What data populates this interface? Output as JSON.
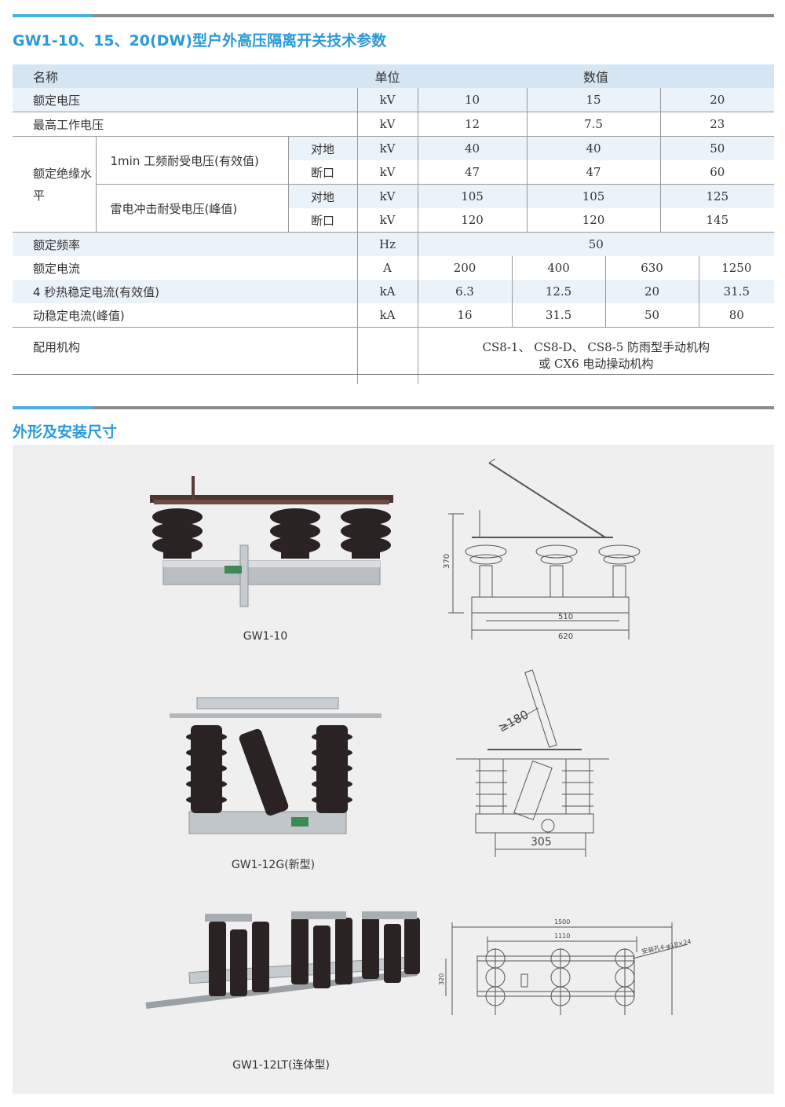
{
  "section1": {
    "title": "GW1-10、15、20(DW)型户外高压隔离开关技术参数"
  },
  "table": {
    "headers": {
      "name": "名称",
      "unit": "单位",
      "value": "数值"
    },
    "rated_voltage": {
      "label": "额定电压",
      "unit": "kV",
      "values": [
        "10",
        "15",
        "20"
      ]
    },
    "max_voltage": {
      "label": "最高工作电压",
      "unit": "kV",
      "values": [
        "12",
        "7.5",
        "23"
      ]
    },
    "insulation": {
      "label": "额定绝缘水平",
      "power_freq": {
        "label": "1min 工频耐受电压(有效值)",
        "ground": {
          "label": "对地",
          "unit": "kV",
          "values": [
            "40",
            "40",
            "50"
          ]
        },
        "break": {
          "label": "断口",
          "unit": "kV",
          "values": [
            "47",
            "47",
            "60"
          ]
        }
      },
      "lightning": {
        "label": "雷电冲击耐受电压(峰值)",
        "ground": {
          "label": "对地",
          "unit": "kV",
          "values": [
            "105",
            "105",
            "125"
          ]
        },
        "break": {
          "label": "断口",
          "unit": "kV",
          "values": [
            "120",
            "120",
            "145"
          ]
        }
      }
    },
    "rated_freq": {
      "label": "额定频率",
      "unit": "Hz",
      "value": "50"
    },
    "rated_current": {
      "label": "额定电流",
      "unit": "A",
      "values": [
        "200",
        "400",
        "630",
        "1250"
      ]
    },
    "thermal_current": {
      "label": "4 秒热稳定电流(有效值)",
      "unit": "kA",
      "values": [
        "6.3",
        "12.5",
        "20",
        "31.5"
      ]
    },
    "dynamic_current": {
      "label": "动稳定电流(峰值)",
      "unit": "kA",
      "values": [
        "16",
        "31.5",
        "50",
        "80"
      ]
    },
    "mechanism": {
      "label": "配用机构",
      "line1": "CS8-1、 CS8-D、 CS8-5 防雨型手动机构",
      "line2": "或 CX6 电动操动机构"
    }
  },
  "section2": {
    "title": "外形及安装尺寸"
  },
  "figures": {
    "gw1_10": {
      "caption": "GW1-10",
      "dim_height": "370",
      "dim_inner": "510",
      "dim_outer": "620"
    },
    "gw1_12g": {
      "caption": "GW1-12G(新型)",
      "dim_angle": "≥180",
      "dim_width": "305"
    },
    "gw1_12lt": {
      "caption": "GW1-12LT(连体型)",
      "dim_outer": "1500",
      "dim_inner": "1110",
      "dim_height": "320",
      "hole_note": "安装孔4-φ18×24"
    }
  },
  "colors": {
    "accent": "#2a9ad8",
    "header_bg": "#d4e6f4",
    "row_shade": "#eaf2fa",
    "insulator": "#2b2224"
  }
}
